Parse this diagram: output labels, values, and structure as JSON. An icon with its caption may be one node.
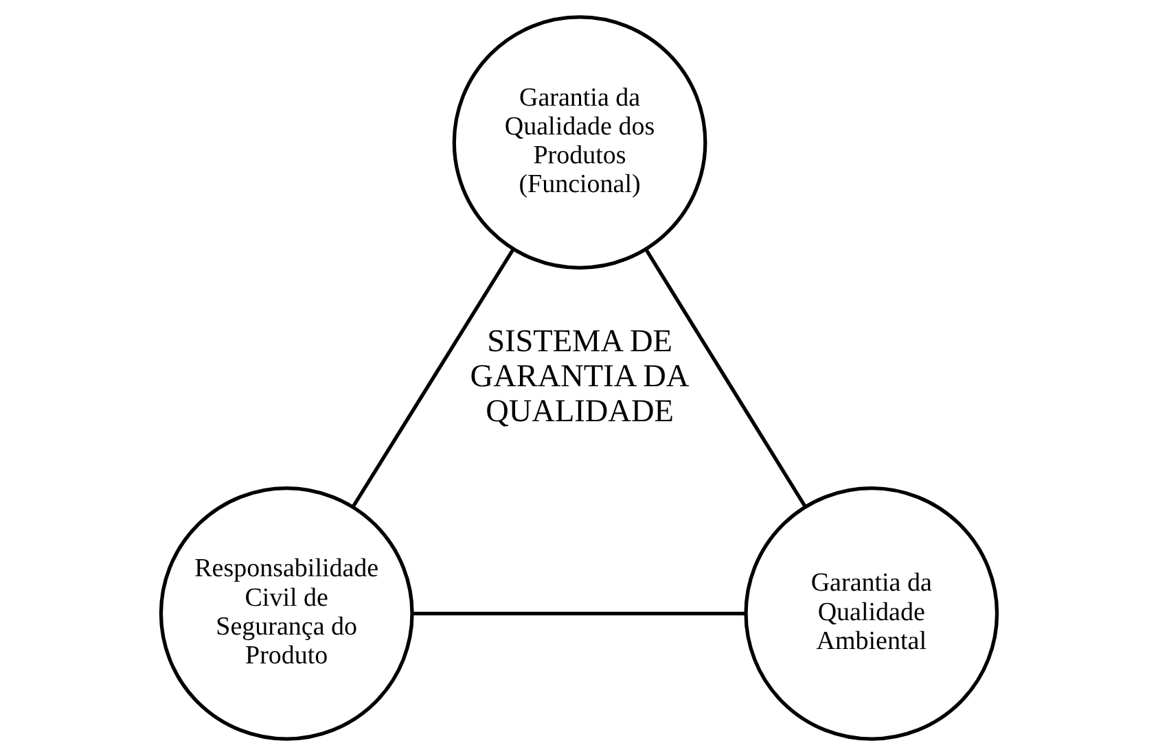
{
  "diagram": {
    "nodes": [
      {
        "text": [
          "Garantia da Qualidade dos Produtos (Funcional)"
        ]
      },
      {
        "text": [
          "Responsabilidade Civil de Segurança do Produto"
        ]
      },
      {
        "text": [
          "Garantia da Qualidade Ambiental"
        ]
      }
    ],
    "edges": [
      {
        "from": 0,
        "to": 1,
        "arrow": "none"
      },
      {
        "from": 0,
        "to": 2,
        "arrow": "none"
      },
      {
        "from": 1,
        "to": 2,
        "arrow": "none"
      }
    ],
    "labels": [
      "SISTEMA DE GARANTIA DA QUALIDADE"
    ]
  }
}
